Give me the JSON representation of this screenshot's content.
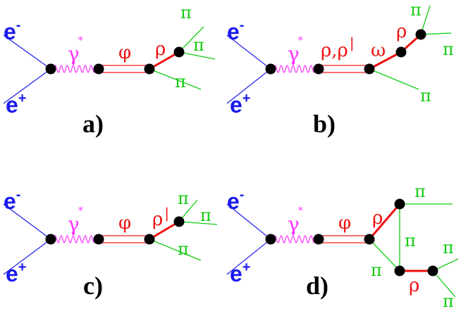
{
  "panels": [
    {
      "id": "a",
      "label": "a)",
      "electron": "e",
      "electron_sup": "-",
      "positron": "e",
      "positron_sup": "+",
      "photon": "γ",
      "photon_sup": "*",
      "propagator": "φ",
      "mid_label": "ρ",
      "pions": [
        "π",
        "π",
        "π"
      ]
    },
    {
      "id": "b",
      "label": "b)",
      "electron": "e",
      "electron_sup": "-",
      "positron": "e",
      "positron_sup": "+",
      "photon": "γ",
      "photon_sup": "*",
      "propagator": "ρ,ρ",
      "propagator_sup": "|",
      "mid_label": "ω",
      "mid_label2": "ρ",
      "pions": [
        "π",
        "π",
        "π"
      ]
    },
    {
      "id": "c",
      "label": "c)",
      "electron": "e",
      "electron_sup": "-",
      "positron": "e",
      "positron_sup": "+",
      "photon": "γ",
      "photon_sup": "*",
      "propagator": "φ",
      "mid_label": "ρ",
      "mid_label_sup": "|",
      "pions": [
        "π",
        "π",
        "π"
      ]
    },
    {
      "id": "d",
      "label": "d)",
      "electron": "e",
      "electron_sup": "-",
      "positron": "e",
      "positron_sup": "+",
      "photon": "γ",
      "photon_sup": "*",
      "propagator": "φ",
      "mid_label": "ρ",
      "mid_label2": "ρ",
      "pions": [
        "π",
        "π",
        "π",
        "π",
        "π"
      ]
    }
  ]
}
